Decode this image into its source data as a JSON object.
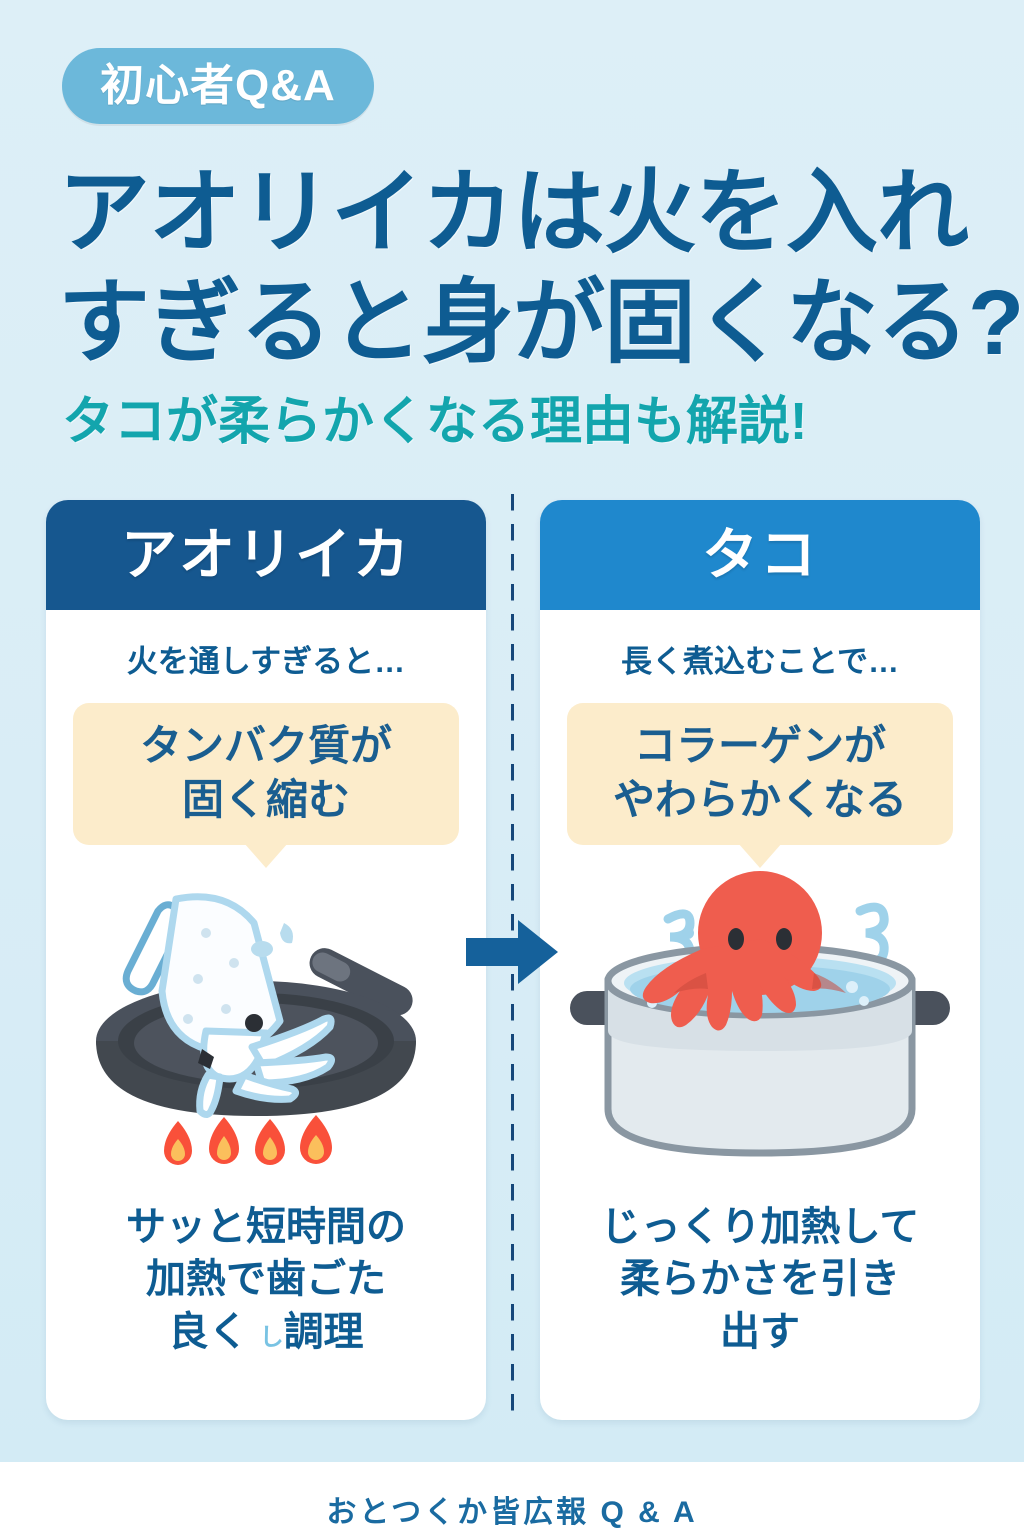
{
  "colors": {
    "background": "#ddeff7",
    "badge": "#6cb8da",
    "headline": "#0e5c92",
    "subhead_teal": "#13a5ad",
    "card_header_left": "#16578f",
    "card_header_right": "#1f88cd",
    "bubble": "#fceccb",
    "bubble_text": "#1a5e90",
    "arrow": "#15619b",
    "flame_outer": "#f9503a",
    "flame_inner": "#fbbf5c",
    "octopus": "#ef5d4e",
    "pan": "#4a515c",
    "water": "#9fd2ea"
  },
  "badge": {
    "label": "初心者Q&A"
  },
  "headline": {
    "lines": [
      "アオリイカは火を入れ",
      "すぎると身が固くなる?"
    ],
    "subtitle": "タコが柔らかくなる理由も解説!"
  },
  "cards": [
    {
      "id": "squid",
      "header": "アオリイカ",
      "lead": "火を通しすぎると…",
      "bubble_lines": [
        "タンバク質が",
        "固く縮む"
      ],
      "illustration": "squid-in-frying-pan-icon",
      "caption_lines": [
        "サッと短時間の",
        "加熱で歯ごた",
        "良く調理"
      ],
      "caption_ghost_char": "し"
    },
    {
      "id": "octopus",
      "header": "タコ",
      "lead": "長く煮込むことで…",
      "bubble_lines": [
        "コラーゲンが",
        "やわらかくなる"
      ],
      "illustration": "octopus-in-pot-icon",
      "caption_lines": [
        "じっくり加熱して",
        "柔らかさを引き",
        "出す"
      ]
    }
  ],
  "arrow": {
    "direction": "right",
    "name": "transition-arrow"
  },
  "footer": {
    "text": "おとつくか皆広報 Q & A"
  }
}
